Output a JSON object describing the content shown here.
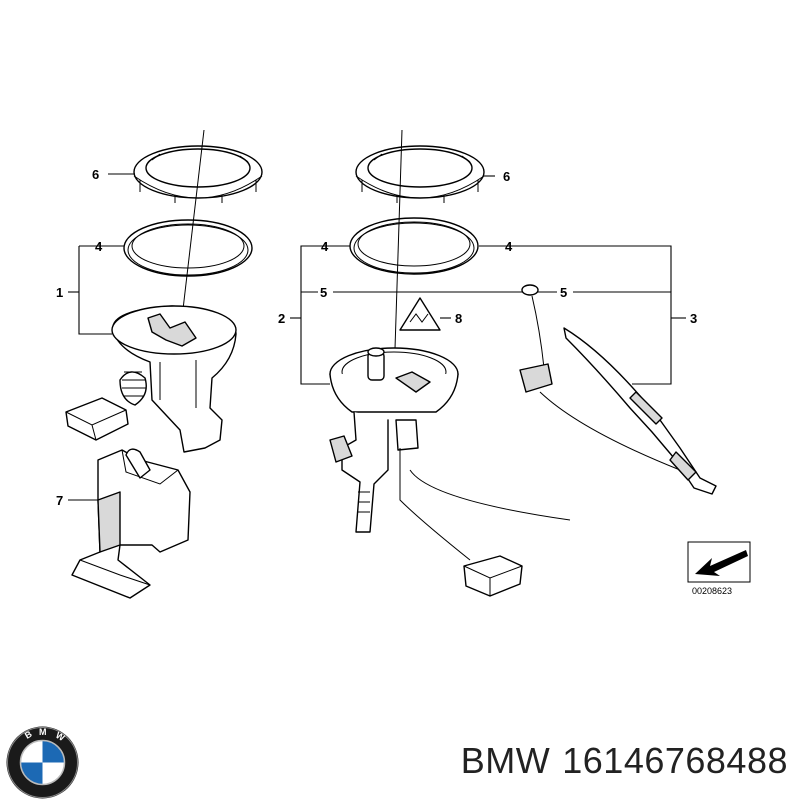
{
  "diagram": {
    "callouts": {
      "c6_left": "6",
      "c4_left": "4",
      "c1": "1",
      "c7": "7",
      "c6_right": "6",
      "c4_mid": "4",
      "c4_right": "4",
      "c2": "2",
      "c5_mid": "5",
      "c5_right": "5",
      "c8": "8",
      "c3": "3"
    },
    "reference_number": "00208623"
  },
  "footer": {
    "brand": "BMW",
    "part_number": "16146768488",
    "logo_letters": "BMW"
  }
}
